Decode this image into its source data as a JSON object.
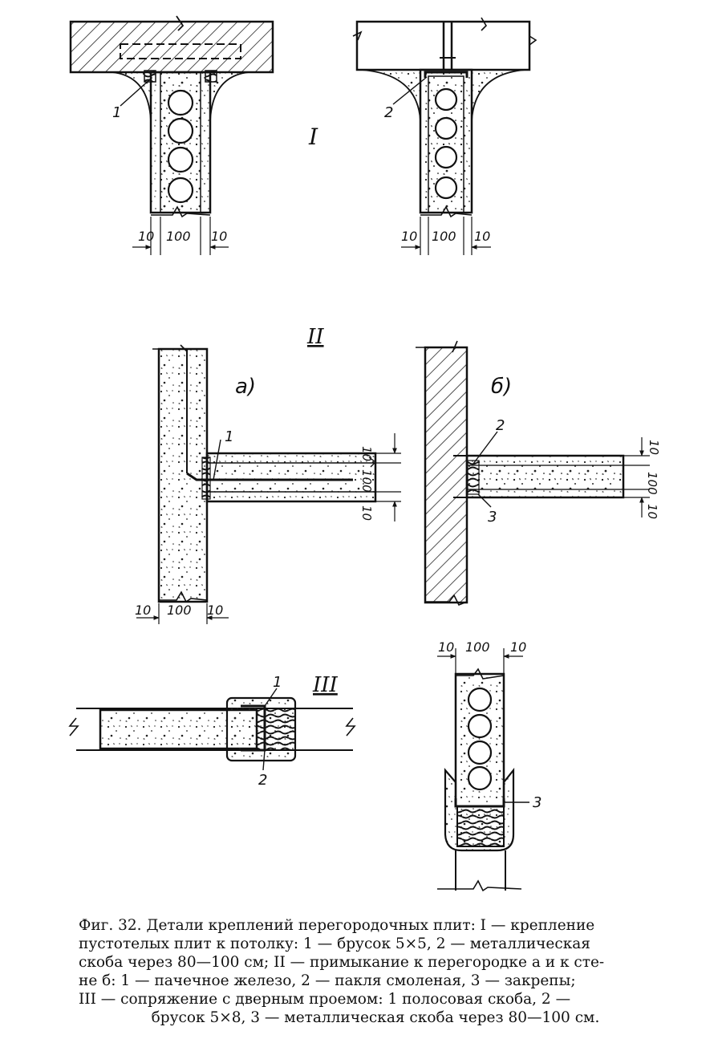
{
  "section_labels": {
    "I": "I",
    "II": "II",
    "III": "III"
  },
  "subsection_labels": {
    "a": "а)",
    "b": "б)"
  },
  "callouts": {
    "I_left": "1",
    "I_right": "2",
    "IIa": "1",
    "IIb_top": "2",
    "IIb_bottom": "3",
    "III_left_top": "1",
    "III_left_bottom": "2",
    "III_right": "3"
  },
  "dimensions": {
    "I_left": [
      "10",
      "100",
      "10"
    ],
    "I_right": [
      "10",
      "100",
      "10"
    ],
    "IIa_bottom": [
      "10",
      "100",
      "10"
    ],
    "IIa_right": [
      "10",
      "100",
      "10"
    ],
    "IIb_right": [
      "10",
      "100",
      "10"
    ],
    "III_right_top": [
      "10",
      "100",
      "10"
    ]
  },
  "caption": {
    "lines": [
      "Фиг. 32. Детали креплений перегородочных плит: I — крепление",
      "пустотелых плит к потолку: 1 — брусок 5×5, 2 — металлическая",
      "скоба через 80—100 см; II — примыкание к перегородке а и к сте-",
      "не б: 1 — пачечное железо, 2 — пакля смоленая, 3 — закрепы;",
      "III — сопряжение с дверным проемом: 1 полосовая скоба, 2 —",
      "брусок 5×8, 3 — металлическая скоба через 80—100 см."
    ]
  }
}
